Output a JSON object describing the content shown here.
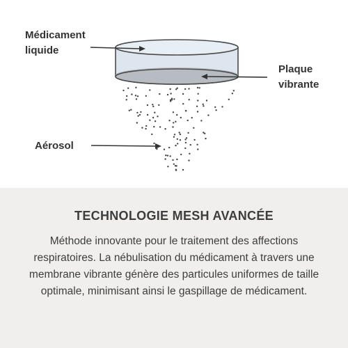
{
  "diagram": {
    "labels": {
      "medicament": [
        "Médicament",
        "liquide"
      ],
      "plaque": [
        "Plaque",
        "vibrante"
      ],
      "aerosol": "Aérosol"
    },
    "colors": {
      "liquid": "#b7bcc3",
      "cup_wall": "#dde6ee",
      "outline": "#4a4a4a",
      "droplet": "#444444"
    }
  },
  "panel": {
    "title": "TECHNOLOGIE MESH AVANCÉE",
    "body": "Méthode innovante pour le traitement des affections respiratoires. La nébulisation du médicament à travers une membrane vibrante génère des particules uniformes de taille optimale, minimisant ainsi le gaspillage de médicament.",
    "background": "#f0efed"
  }
}
